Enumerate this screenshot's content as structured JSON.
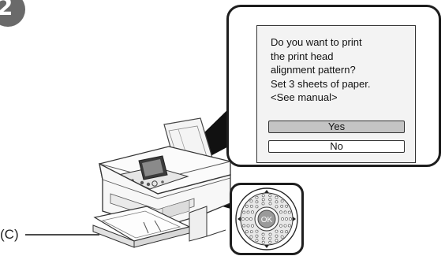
{
  "step_number": "2",
  "callout_label": "(C)",
  "lcd": {
    "message_lines": [
      "Do you want to print",
      "the print head",
      "alignment pattern?",
      "Set 3 sheets of paper.",
      "<See manual>"
    ],
    "yes_label": "Yes",
    "no_label": "No",
    "selected_option": "Yes"
  },
  "dial": {
    "ok_label": "OK"
  },
  "colors": {
    "selected_button": "#c4c4c4",
    "lcd_background": "#f3f3f3",
    "outline": "#1e1e1e"
  }
}
